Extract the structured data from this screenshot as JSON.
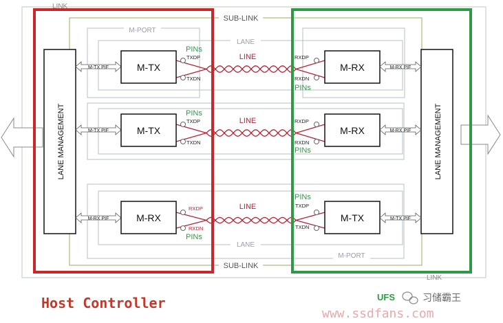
{
  "labels": {
    "link": "LINK",
    "sub_link": "SUB-LINK",
    "lane": "LANE",
    "m_port": "M-PORT",
    "line": "LINE",
    "pins": "PINs",
    "lane_management": "LANE MANAGEMENT",
    "m_tx": "M-TX",
    "m_rx": "M-RX",
    "m_tx_pif": "M-TX PIF",
    "m_rx_pif": "M-RX PIF",
    "txdp": "TXDP",
    "txdn": "TXDN",
    "rxdp": "RXDP",
    "rxdn": "RXDN"
  },
  "caption": {
    "host_controller": "Host Controller",
    "ufs": "UFS",
    "watermark_name": "习储霸王",
    "watermark_url": "www.ssdfans.com"
  },
  "colors": {
    "host_box": "#c8282c",
    "device_box": "#2f9a45",
    "guide": "#b7bcc4",
    "line_signal": "#b52233",
    "pins_text": "#2f9a45",
    "caption_host": "#c0392b",
    "watermark_url": "#e8a9a9"
  }
}
